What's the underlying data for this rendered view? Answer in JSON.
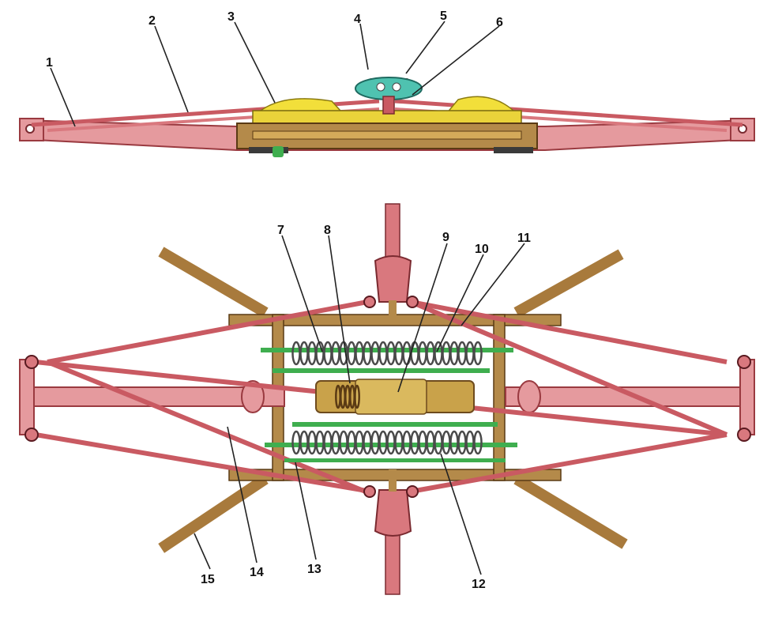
{
  "diagram": {
    "labels": [
      "1",
      "2",
      "3",
      "4",
      "5",
      "6",
      "7",
      "8",
      "9",
      "10",
      "11",
      "12",
      "13",
      "14",
      "15"
    ]
  },
  "colors": {
    "frame_pink": "#d9787e",
    "frame_pink_dark": "#9a3a40",
    "mechanism_yellow": "#f2df3a",
    "wood_brown": "#a87a3c",
    "wood_dark": "#6e4b1e",
    "spring_grey": "#4a4a4a",
    "rod_green": "#3fae4f",
    "cylinder_gold": "#c9a24a",
    "leader_black": "#222222"
  }
}
